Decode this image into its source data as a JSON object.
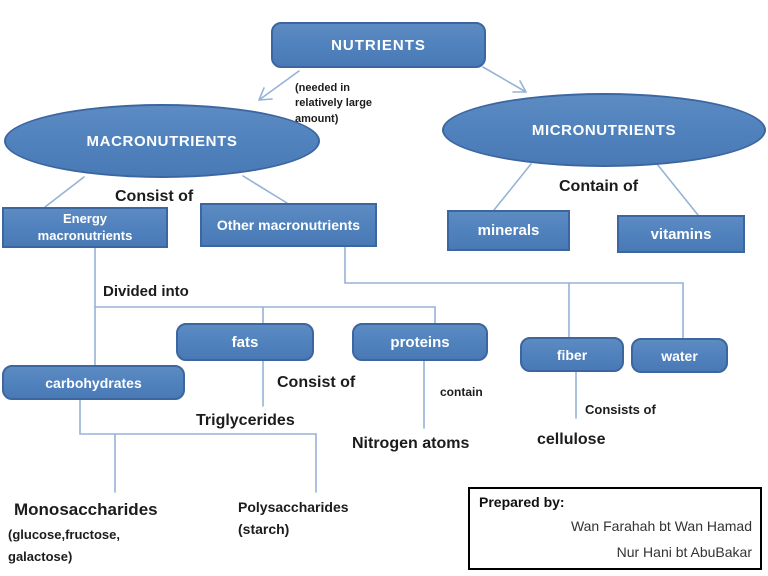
{
  "diagram": {
    "title_node": "NUTRIENTS",
    "note": "(needed in\nrelatively large\namount)",
    "branches": {
      "macronutrients": "MACRONUTRIENTS",
      "micronutrients": "MICRONUTRIENTS"
    },
    "relations": {
      "macro_consist_of": "Consist of",
      "micro_contain_of": "Contain of",
      "divided_into": "Divided into",
      "fats_consist_of": "Consist of",
      "proteins_contain": "contain",
      "fiber_consists_of": "Consists of"
    },
    "level2": {
      "energy": "Energy\nmacronutrients",
      "other": "Other macronutrients",
      "minerals": "minerals",
      "vitamins": "vitamins"
    },
    "level3": {
      "carbohydrates": "carbohydrates",
      "fats": "fats",
      "proteins": "proteins",
      "fiber": "fiber",
      "water": "water"
    },
    "leaves": {
      "triglycerides": "Triglycerides",
      "nitrogen_atoms": "Nitrogen atoms",
      "cellulose": "cellulose",
      "monosaccharides": "Monosaccharides",
      "mono_examples": "(glucose,fructose,\ngalactose)",
      "polysaccharides": "Polysaccharides\n(starch)"
    }
  },
  "footer": {
    "prepared_by": "Prepared by:",
    "author1": "Wan Farahah bt Wan Hamad",
    "author2": "Nur Hani bt AbuBakar"
  },
  "colors": {
    "node_fill": "#4f81bd",
    "node_border": "#3b66a0",
    "connector": "#95b3d7",
    "text_on_node": "#ffffff",
    "label_text": "#1c1c1c"
  }
}
